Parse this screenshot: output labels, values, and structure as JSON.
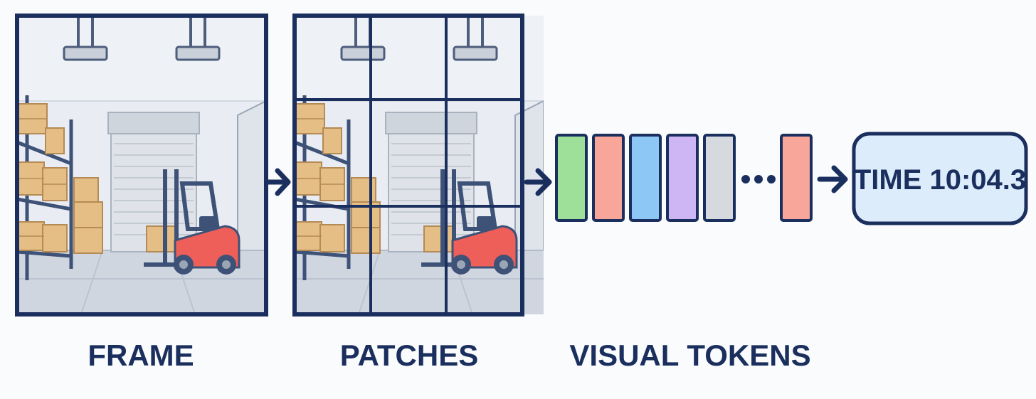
{
  "labels": {
    "frame": "FRAME",
    "patches": "PATCHES",
    "visual_tokens": "VISUAL TOKENS"
  },
  "output": {
    "text": "TIME 10:04.3"
  },
  "tokens": {
    "visible_before_ellipsis": [
      "green",
      "red",
      "blue",
      "purple",
      "gray"
    ],
    "after_ellipsis": [
      "red"
    ],
    "ellipsis": true
  },
  "patch_grid": {
    "columns": 3,
    "rows": 3
  },
  "colors": {
    "outline": "#1b2f5e",
    "token_green": "#9ee09a",
    "token_red": "#f8a59a",
    "token_blue": "#8cc7f5",
    "token_purple": "#cdb6f3",
    "token_gray": "#d6dade",
    "output_fill": "#dcecfb",
    "forklift": "#ee5f5a",
    "box": "#e5be86"
  }
}
